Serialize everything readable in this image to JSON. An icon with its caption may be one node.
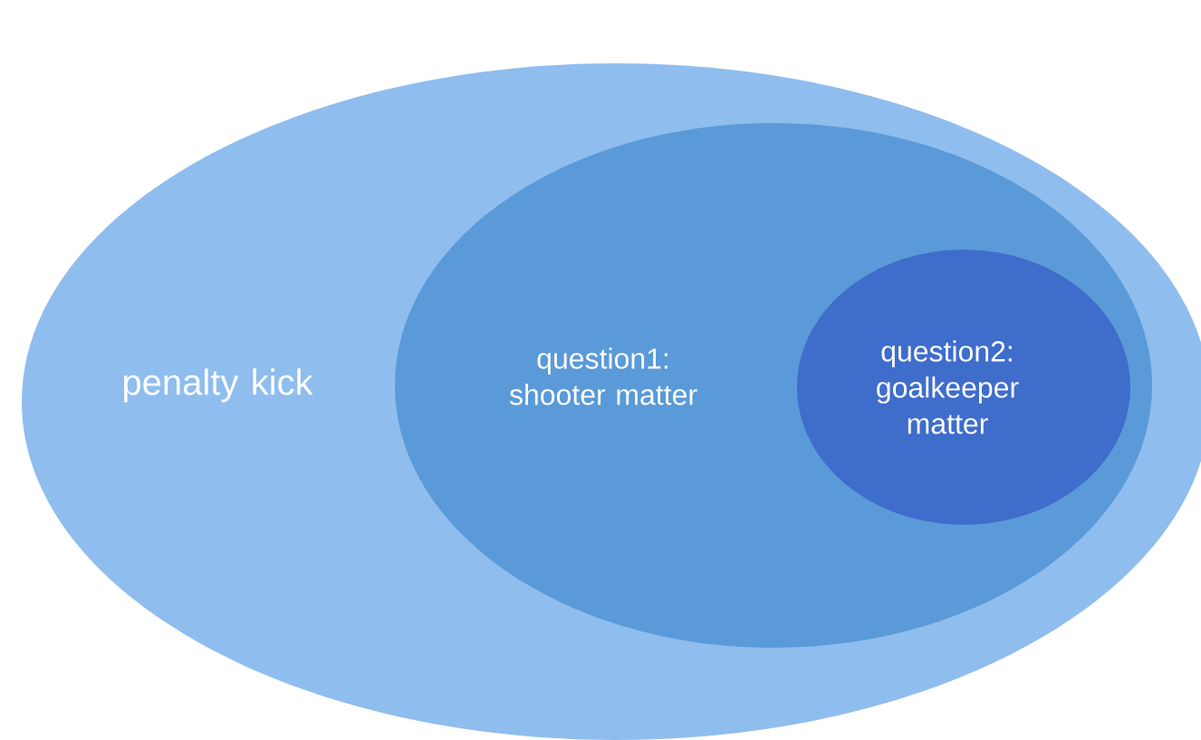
{
  "diagram": {
    "nodes": [
      {
        "text": [
          "penalty kick"
        ]
      },
      {
        "text": [
          "question1: shooter matter"
        ],
        "in": 0
      },
      {
        "text": [
          "question2: goalkeeper matter"
        ],
        "in": 1
      }
    ]
  }
}
